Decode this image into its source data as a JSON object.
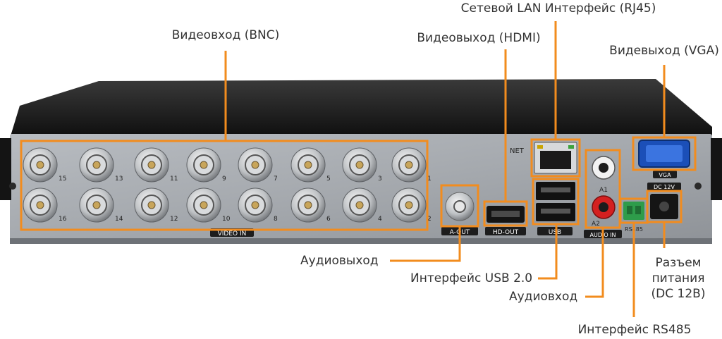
{
  "colors": {
    "accent": "#f28c1e",
    "chassis_top": "#1b1b1b",
    "panel": "#a9adb2",
    "label_text": "#333333"
  },
  "labels": {
    "video_in_bnc": "Видеовход (BNC)",
    "lan": "Сетевой LAN Интерфейс (RJ45)",
    "video_out_hdmi": "Видеовыход (HDMI)",
    "video_out_vga": "Видевыход (VGA)",
    "audio_out": "Аудиовыход",
    "usb": "Интерфейс USB 2.0",
    "audio_in": "Аудиовход",
    "power_line1": "Разъем",
    "power_line2": "питания",
    "power_line3": "(DC 12В)",
    "rs485": "Интерфейс RS485"
  },
  "panel": {
    "video_in": "VIDEO IN",
    "a_out": "A-OUT",
    "hd_out": "HD-OUT",
    "net": "NET",
    "usb": "USB",
    "audio_in": "AUDIO IN",
    "a1": "A1",
    "a2": "A2",
    "vga": "VGA",
    "dc": "DC 12V",
    "rs485": "RS485",
    "channels_top": [
      "15",
      "13",
      "11",
      "9",
      "7",
      "5",
      "3",
      "1"
    ],
    "channels_bottom": [
      "16",
      "14",
      "12",
      "10",
      "8",
      "6",
      "4",
      "2"
    ]
  }
}
